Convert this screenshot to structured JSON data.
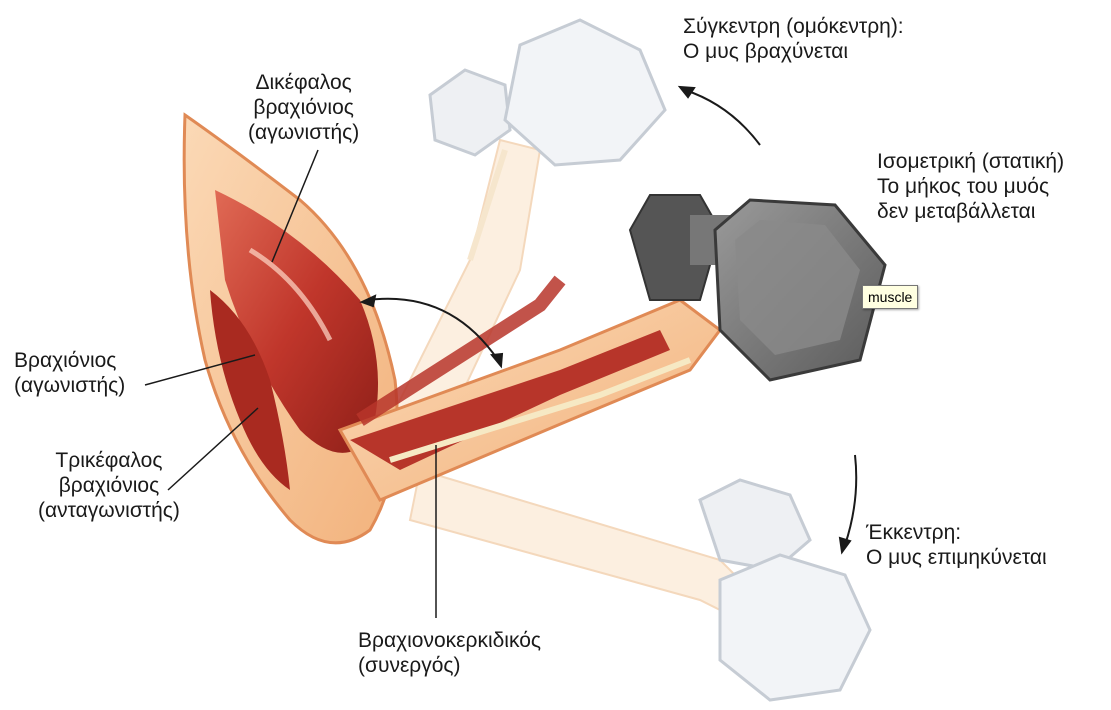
{
  "labels": {
    "biceps": [
      "Δικέφαλος",
      "βραχιόνιος",
      "(αγωνιστής)"
    ],
    "brachialis": [
      "Βραχιόνιος",
      "(αγωνιστής)"
    ],
    "triceps": [
      "Τρικέφαλος",
      "βραχιόνιος",
      "(ανταγωνιστής)"
    ],
    "brachioradialis": [
      "Βραχιονοκερκιδικός",
      "(συνεργός)"
    ],
    "concentric": [
      "Σύγκεντρη (ομόκεντρη):",
      "Ο μυς βραχύνεται"
    ],
    "isometric": [
      "Ισομετρική (στατική)",
      "Το μήκος του μυός",
      "δεν μεταβάλλεται"
    ],
    "eccentric": [
      "Έκκεντρη:",
      "Ο μυς επιμηκύνεται"
    ]
  },
  "tooltip": "muscle",
  "colors": {
    "muscle_red": "#c0362b",
    "skin": "#f7c9a2",
    "tendon": "#f6e9c4",
    "dumbbell_dark": "#6f6f6f",
    "dumbbell_ghost": "#dfe3e8"
  }
}
